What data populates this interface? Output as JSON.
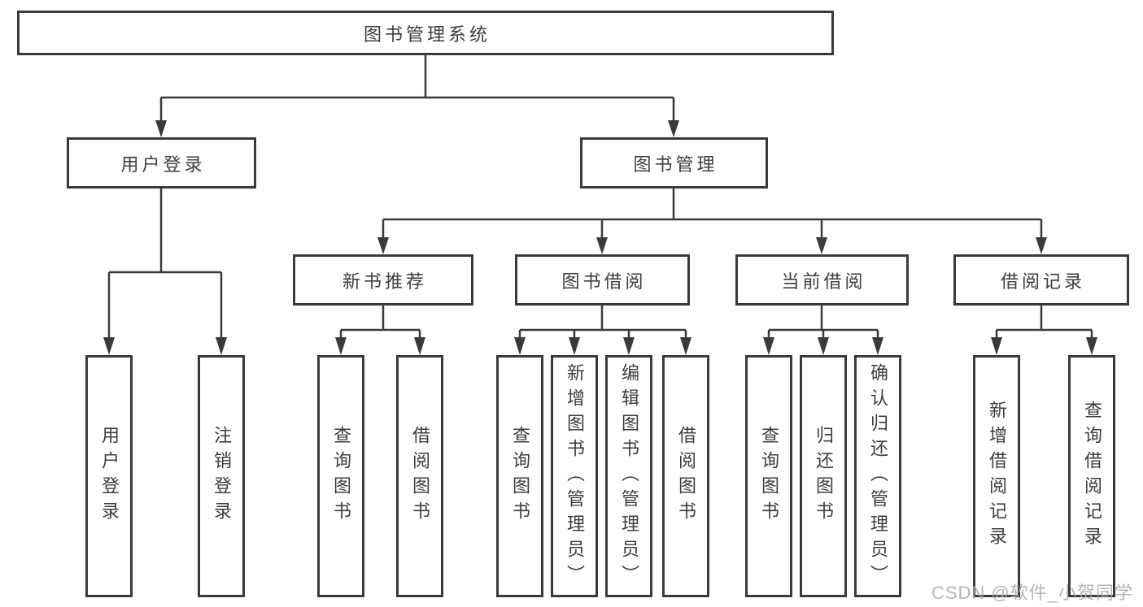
{
  "diagram": {
    "type": "hierarchy-tree",
    "root": {
      "label": "图书管理系统",
      "children": [
        {
          "label": "用户登录",
          "children": [
            {
              "label": "用户登录"
            },
            {
              "label": "注销登录"
            }
          ]
        },
        {
          "label": "图书管理",
          "children": [
            {
              "label": "新书推荐",
              "children": [
                {
                  "label": "查询图书"
                },
                {
                  "label": "借阅图书"
                }
              ]
            },
            {
              "label": "图书借阅",
              "children": [
                {
                  "label": "查询图书"
                },
                {
                  "label": "新增图书（管理员）"
                },
                {
                  "label": "编辑图书（管理员）"
                },
                {
                  "label": "借阅图书"
                }
              ]
            },
            {
              "label": "当前借阅",
              "children": [
                {
                  "label": "查询图书"
                },
                {
                  "label": "归还图书"
                },
                {
                  "label": "确认归还（管理员）"
                }
              ]
            },
            {
              "label": "借阅记录",
              "children": [
                {
                  "label": "新增借阅记录"
                },
                {
                  "label": "查询借阅记录"
                }
              ]
            }
          ]
        }
      ]
    },
    "colors": {
      "line": "#3a3a3a",
      "text": "#3d3d3d",
      "background": "#ffffff",
      "watermark_text_color": "#a9a9a9"
    }
  },
  "watermark": {
    "text": "CSDN @软件_小贺同学"
  }
}
